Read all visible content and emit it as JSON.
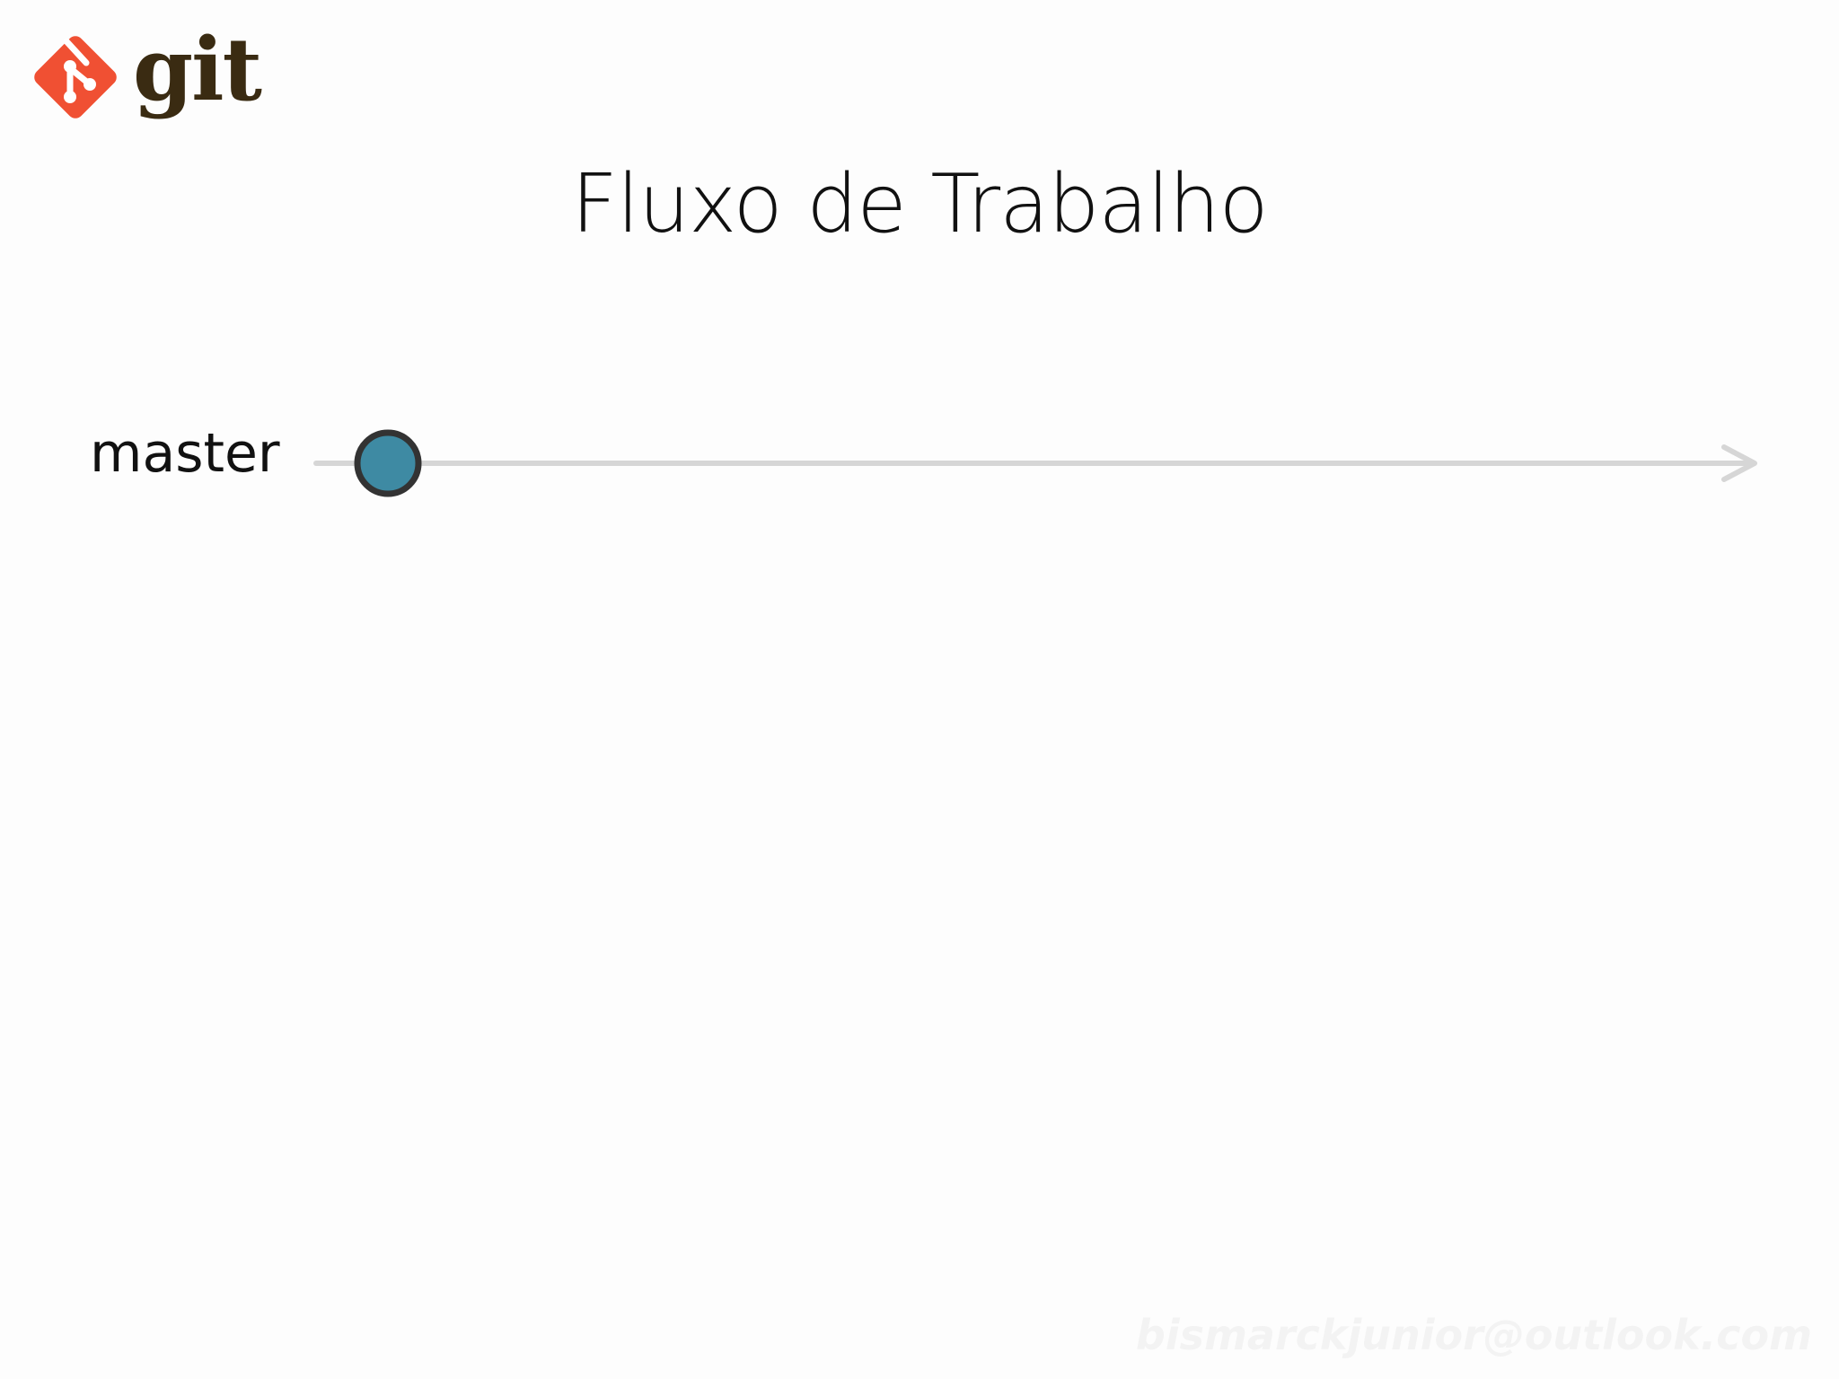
{
  "logo": {
    "text": "git",
    "mark_color": "#f05033",
    "text_color": "#3a2b12",
    "icon": "git-logo-icon"
  },
  "title": "Fluxo de Trabalho",
  "branch": {
    "label": "master",
    "line_color": "#d6d6d6",
    "commits": [
      {
        "fill": "#3e8aa3",
        "stroke": "#333333"
      }
    ]
  },
  "watermark": "bismarckjunior@outlook.com"
}
